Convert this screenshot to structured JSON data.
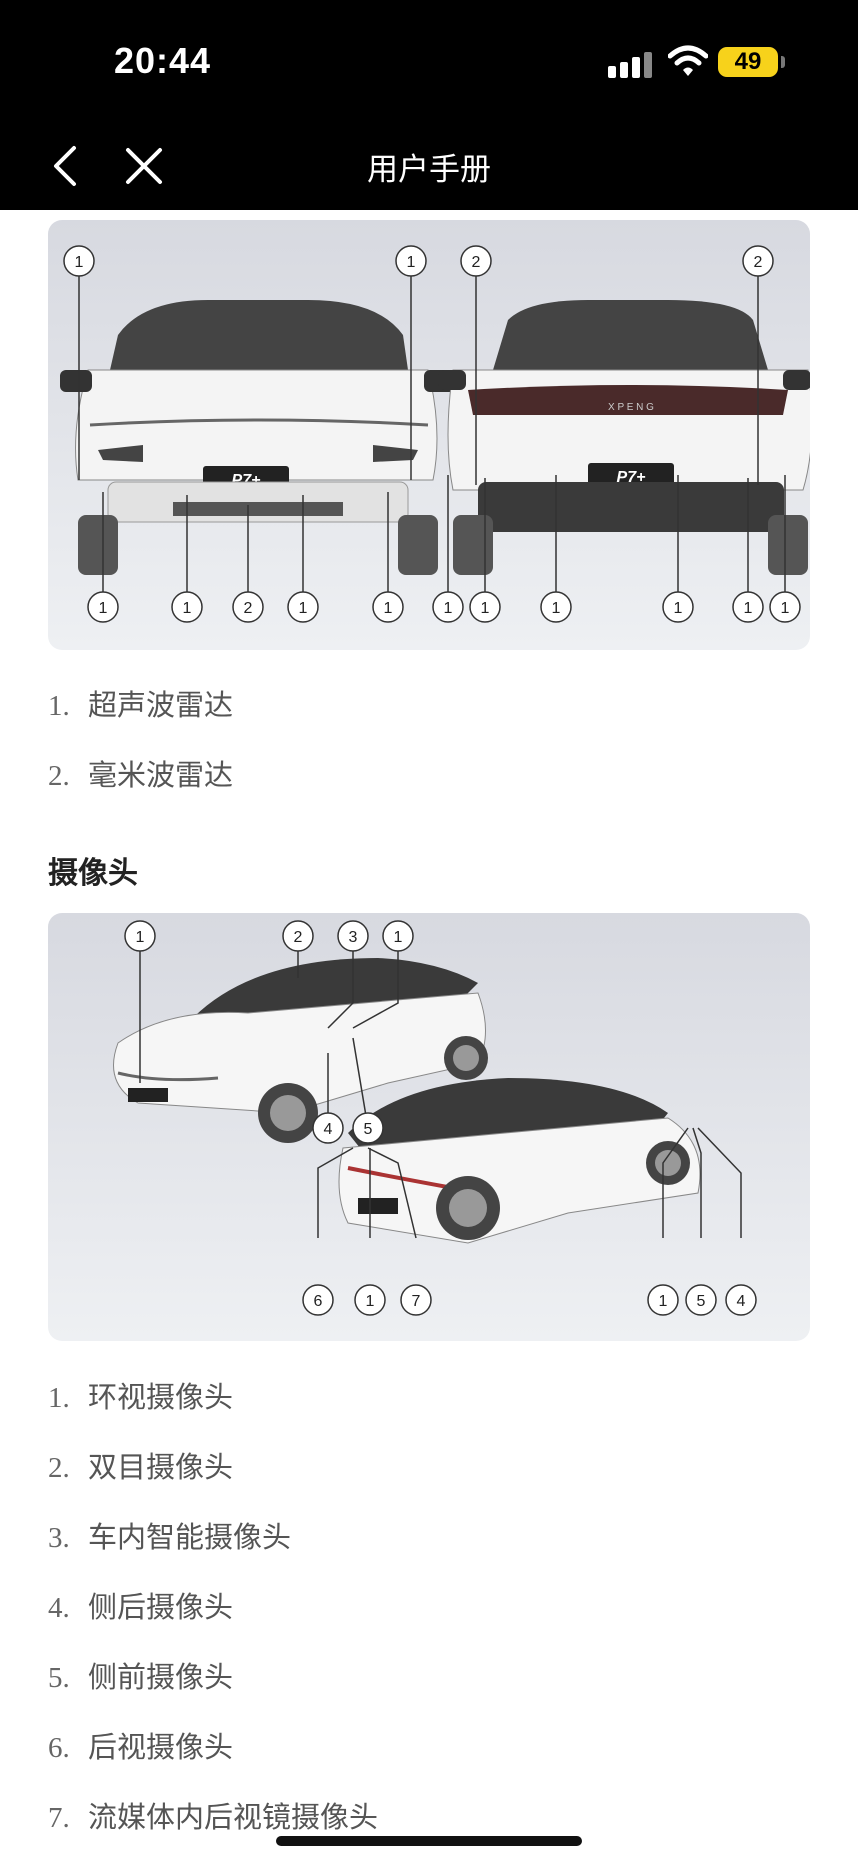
{
  "status_bar": {
    "time": "20:44",
    "battery": "49"
  },
  "nav": {
    "title": "用户手册"
  },
  "radar_figure": {
    "callouts_top": [
      "1",
      "1",
      "2",
      "2"
    ],
    "callouts_bottom": [
      "1",
      "1",
      "2",
      "1",
      "1",
      "1",
      "1",
      "1",
      "1",
      "1",
      "1"
    ],
    "front_plate": "P7+",
    "rear_plate": "P7+",
    "rear_brand": "X P E N G"
  },
  "radar_list": [
    {
      "num": "1.",
      "label": "超声波雷达"
    },
    {
      "num": "2.",
      "label": "毫米波雷达"
    }
  ],
  "camera_section": {
    "title": "摄像头"
  },
  "camera_figure": {
    "callouts": [
      "1",
      "2",
      "3",
      "1",
      "4",
      "5",
      "6",
      "1",
      "7",
      "1",
      "5",
      "4"
    ]
  },
  "camera_list": [
    {
      "num": "1.",
      "label": "环视摄像头"
    },
    {
      "num": "2.",
      "label": "双目摄像头"
    },
    {
      "num": "3.",
      "label": "车内智能摄像头"
    },
    {
      "num": "4.",
      "label": "侧后摄像头"
    },
    {
      "num": "5.",
      "label": "侧前摄像头"
    },
    {
      "num": "6.",
      "label": "后视摄像头"
    },
    {
      "num": "7.",
      "label": "流媒体内后视镜摄像头"
    }
  ]
}
